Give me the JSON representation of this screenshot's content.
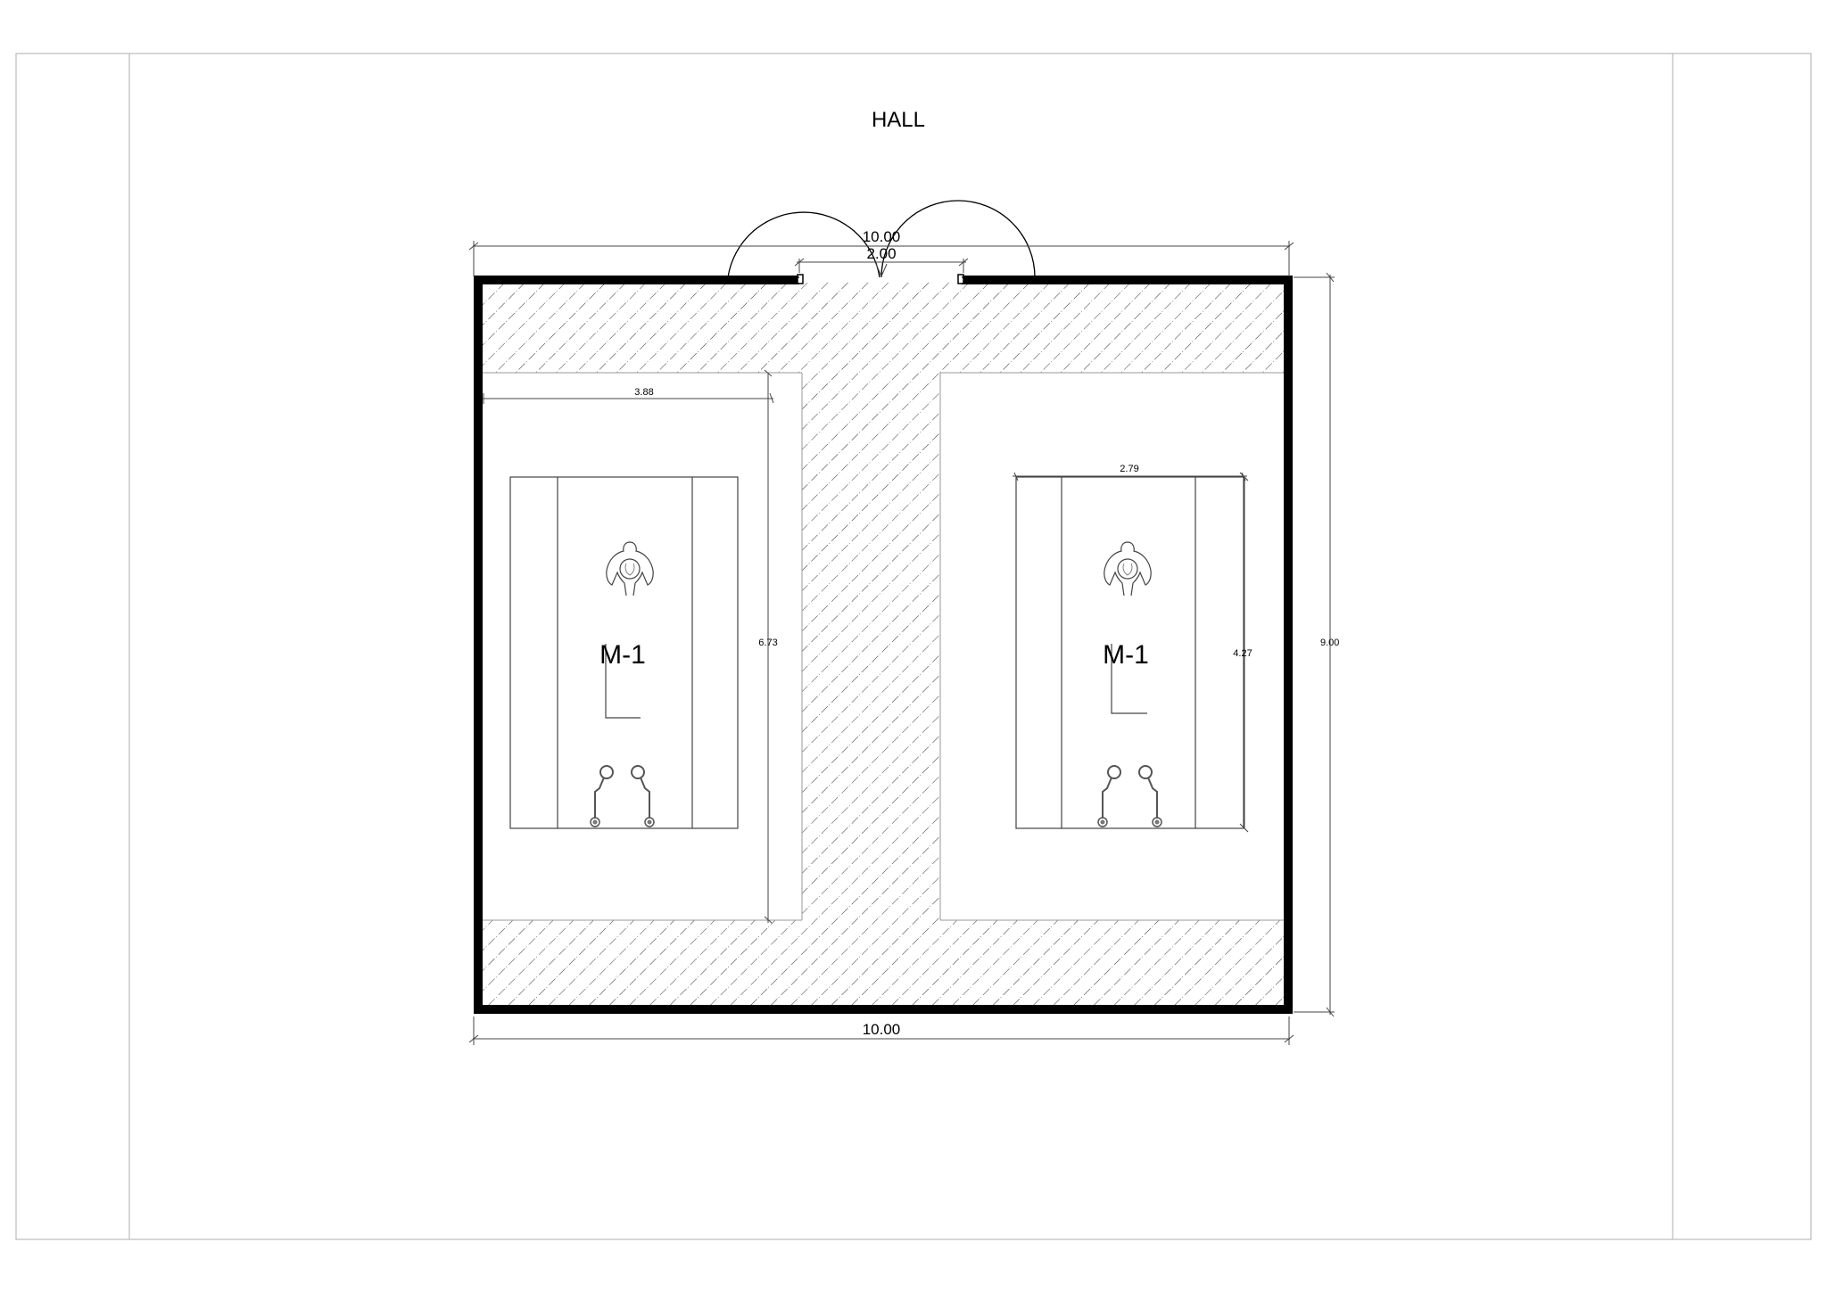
{
  "drawing": {
    "title": "HALL",
    "dimensions": {
      "top_overall": "10.00",
      "door_opening": "2.00",
      "bottom_overall": "10.00",
      "right_overall": "9.00",
      "left_room_width": "3.88",
      "left_room_height": "6.73",
      "right_mat_width": "2.79",
      "right_mat_height": "4.27"
    },
    "mats": [
      {
        "label": "M-1"
      },
      {
        "label": "M-1"
      }
    ]
  }
}
